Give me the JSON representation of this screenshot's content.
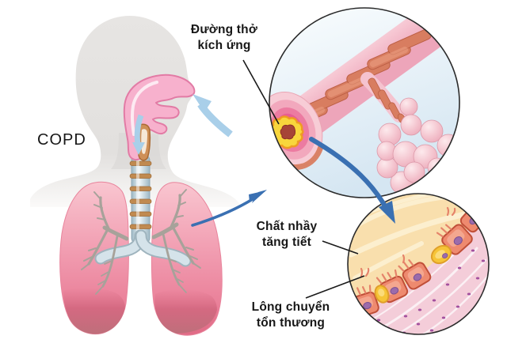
{
  "title": "COPD respiratory system illustration",
  "labels": {
    "copd": "COPD",
    "airway": "Đường thở\nkích ứng",
    "mucus": "Chất nhầy\ntăng tiết",
    "cilia": "Lông chuyển\ntổn thương"
  },
  "colors": {
    "arrow_blue": "#3a70b2",
    "air_blue": "#a9cfe9",
    "lung_pink": "#f09db1",
    "lung_shadow": "#d2677f",
    "bronchial_tree_gray": "#a7a29a",
    "trachea_ring_tan": "#c08a50",
    "airway_coral": "#d87d60",
    "airway_wall_pink": "#f5c3cf",
    "inflamed_yellow": "#f8d63c",
    "lumen_red": "#a64437",
    "alveoli_pink": "#f0b2c1",
    "mucus_cream": "#f9dfad",
    "cell_salmon": "#ee8a6f",
    "goblet_yellow": "#f6c437",
    "nucleus_purple": "#9b6bab",
    "tissue_pink": "#f4cdd9",
    "silhouette_gray": "#e6e4e2",
    "label_text": "#171717",
    "inset_border": "#2b2b2b"
  }
}
